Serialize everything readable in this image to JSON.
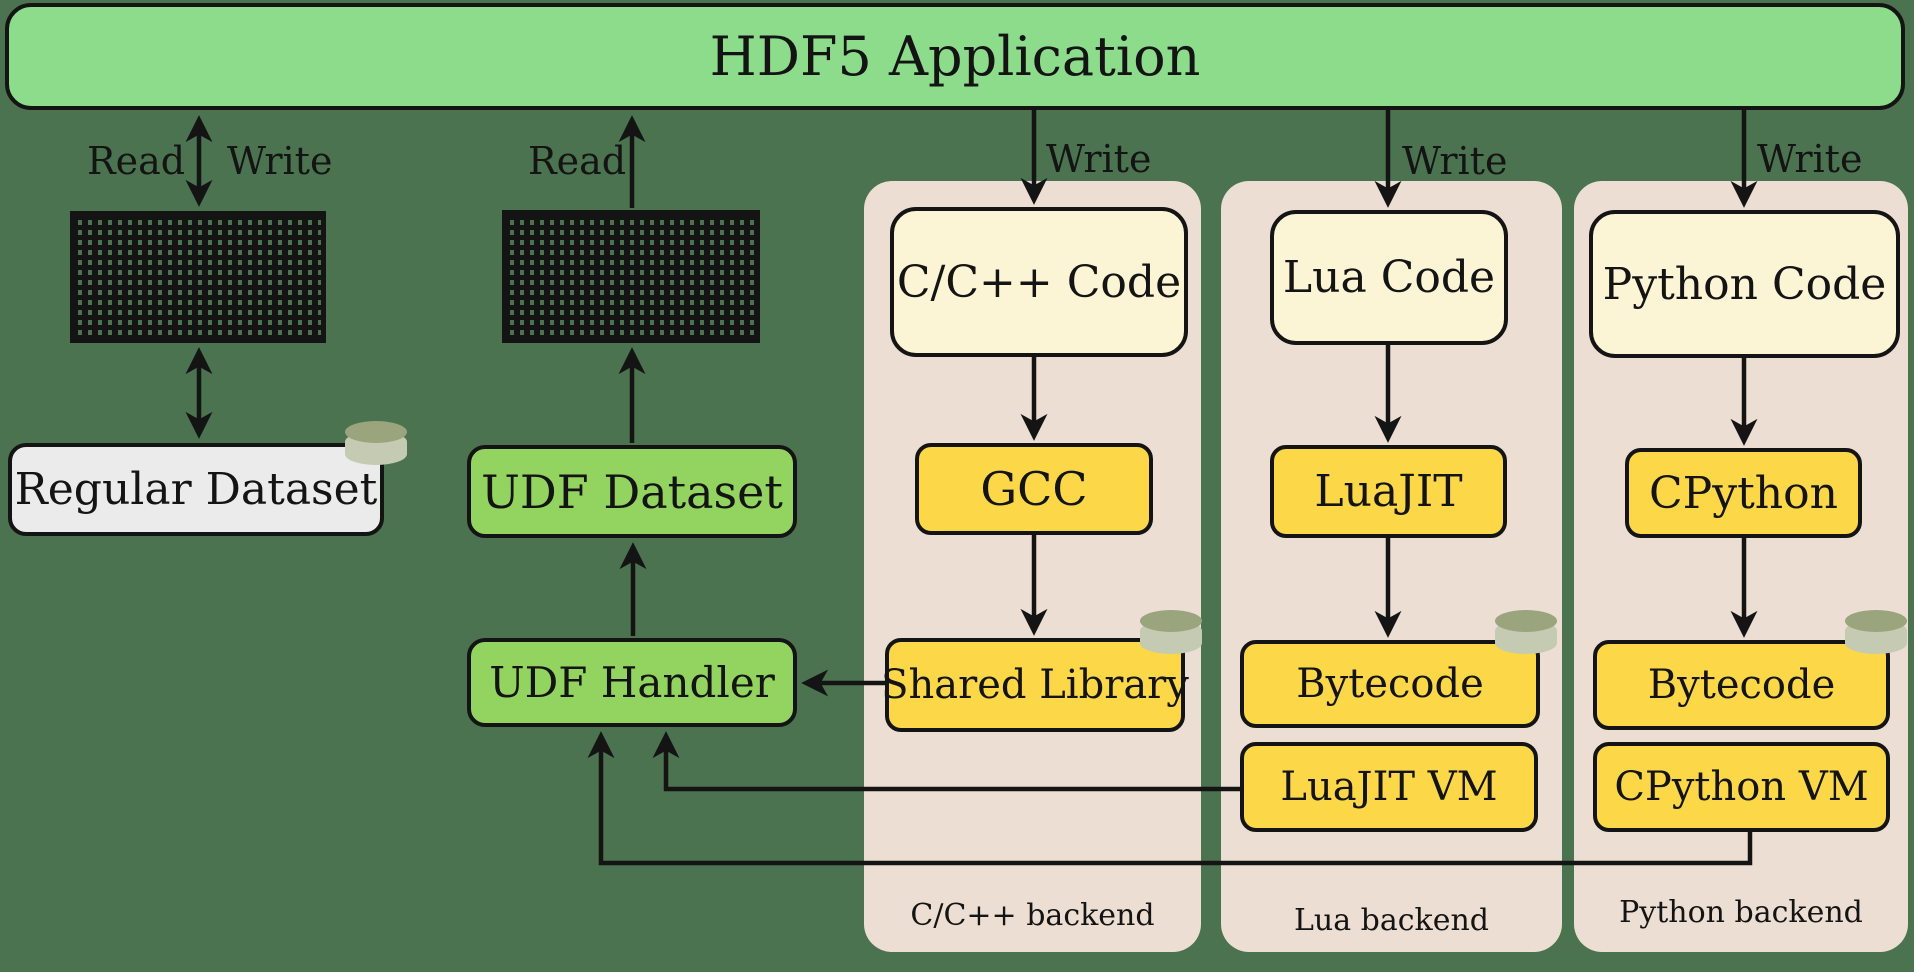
{
  "banner": {
    "title": "HDF5 Application"
  },
  "labels": {
    "read_left": "Read",
    "write_left": "Write",
    "read_udf": "Read"
  },
  "left_column": {
    "regular_dataset": "Regular Dataset"
  },
  "udf_column": {
    "udf_dataset": "UDF Dataset",
    "udf_handler": "UDF Handler"
  },
  "backends": [
    {
      "id": "cpp",
      "write_label": "Write",
      "code_box": "C/C++ Code",
      "tool_box": "GCC",
      "artifact_box": "Shared Library",
      "caption": "C/C++ backend"
    },
    {
      "id": "lua",
      "write_label": "Write",
      "code_box": "Lua Code",
      "tool_box": "LuaJIT",
      "artifact_box": "Bytecode",
      "vm_box": "LuaJIT VM",
      "caption": "Lua backend"
    },
    {
      "id": "python",
      "write_label": "Write",
      "code_box": "Python Code",
      "tool_box": "CPython",
      "artifact_box": "Bytecode",
      "vm_box": "CPython VM",
      "caption": "Python backend"
    }
  ],
  "icons": {
    "dataset_matrix": "dataset-matrix-icon",
    "database_cylinder": "database-cylinder-icon"
  },
  "colors": {
    "background": "#4b7350",
    "banner_green": "#8cdc8c",
    "panel_beige": "#ecded2",
    "code_cream": "#fbf4d5",
    "tool_yellow": "#fcd748",
    "udf_green": "#93d35f",
    "regular_gray": "#ebebeb",
    "line_black": "#141414",
    "cylinder_body": "#c5cab2",
    "cylinder_top": "#9aa47d"
  }
}
